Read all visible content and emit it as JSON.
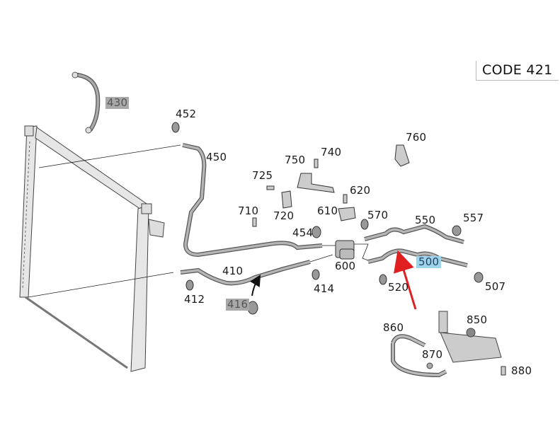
{
  "diagram": {
    "code_label": "CODE 421",
    "parts": [
      {
        "id": "430",
        "highlight": "gray"
      },
      {
        "id": "452",
        "highlight": "none"
      },
      {
        "id": "450",
        "highlight": "none"
      },
      {
        "id": "750",
        "highlight": "none"
      },
      {
        "id": "740",
        "highlight": "none"
      },
      {
        "id": "760",
        "highlight": "none"
      },
      {
        "id": "725",
        "highlight": "none"
      },
      {
        "id": "620",
        "highlight": "none"
      },
      {
        "id": "710",
        "highlight": "none"
      },
      {
        "id": "720",
        "highlight": "none"
      },
      {
        "id": "610",
        "highlight": "none"
      },
      {
        "id": "570",
        "highlight": "none"
      },
      {
        "id": "550",
        "highlight": "none"
      },
      {
        "id": "557",
        "highlight": "none"
      },
      {
        "id": "454",
        "highlight": "none"
      },
      {
        "id": "600",
        "highlight": "none"
      },
      {
        "id": "500",
        "highlight": "blue"
      },
      {
        "id": "410",
        "highlight": "none"
      },
      {
        "id": "412",
        "highlight": "none"
      },
      {
        "id": "414",
        "highlight": "none"
      },
      {
        "id": "416",
        "highlight": "gray"
      },
      {
        "id": "520",
        "highlight": "none"
      },
      {
        "id": "507",
        "highlight": "none"
      },
      {
        "id": "860",
        "highlight": "none"
      },
      {
        "id": "850",
        "highlight": "none"
      },
      {
        "id": "870",
        "highlight": "none"
      },
      {
        "id": "880",
        "highlight": "none"
      }
    ],
    "pointer_arrow_color": "#e02020",
    "highlight_colors": {
      "gray": "#a9a9a9",
      "blue": "#9dd4ec"
    }
  }
}
